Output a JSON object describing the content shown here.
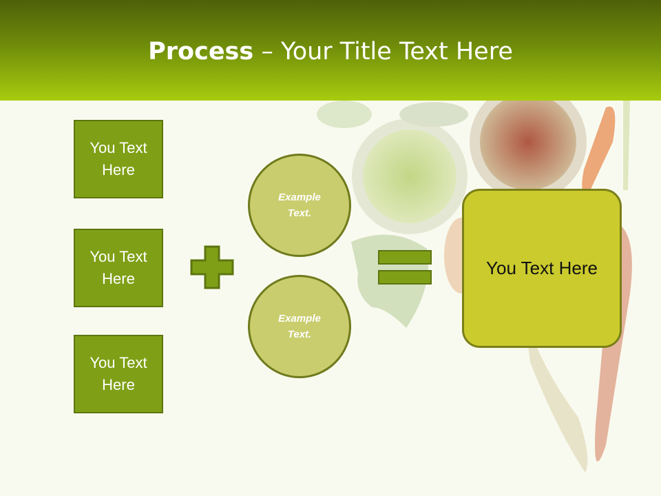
{
  "slide": {
    "title_bold": "Process",
    "title_rest": " – Your Title Text Here"
  },
  "left_boxes": [
    {
      "line1": "You Text",
      "line2": "Here"
    },
    {
      "line1": "You Text",
      "line2": "Here"
    },
    {
      "line1": "You Text",
      "line2": "Here"
    }
  ],
  "circles": [
    {
      "line1": "Example",
      "line2": "Text."
    },
    {
      "line1": "Example",
      "line2": "Text."
    }
  ],
  "result_box": {
    "label": "You Text Here"
  },
  "colors": {
    "header_top": "#4e6009",
    "header_bottom": "#a7cc0e",
    "box_fill": "#7fa016",
    "circle_fill": "#c9cd6e",
    "result_fill": "#cbcb2e"
  }
}
